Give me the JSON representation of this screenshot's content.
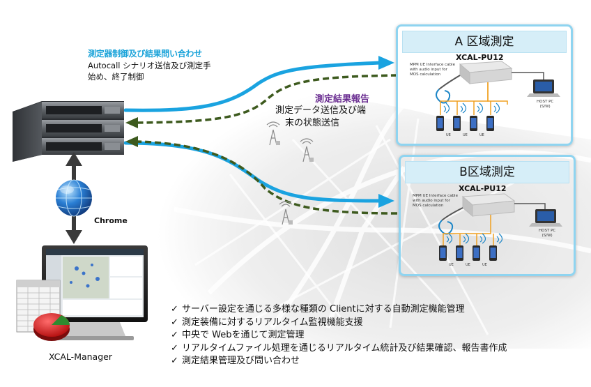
{
  "control": {
    "title": "測定器制御及び結果問い合わせ",
    "line1": "Autocall シナリオ送信及び測定手",
    "line2": "始め、終了制御"
  },
  "report": {
    "title": "測定結果報告",
    "line1": "測定データ送信及び端",
    "line2": "末の状態送信"
  },
  "zones": [
    {
      "title": "A 区域測定",
      "device": "XCAL-PU12",
      "cable_lines": [
        "MPM UE Interface cable",
        "with audio input for",
        "MOS calculation"
      ],
      "host_lines": [
        "HOST PC",
        "(S/W)"
      ],
      "ue_label": "UE"
    },
    {
      "title": "B区域測定",
      "device": "XCAL-PU12",
      "cable_lines": [
        "MPM UE Interface cable",
        "with audio input for",
        "MOS calculation"
      ],
      "host_lines": [
        "HOST PC",
        "(S/W)"
      ],
      "ue_label": "UE"
    }
  ],
  "chrome_label": "Chrome",
  "manager_label": "XCAL-Manager",
  "features": [
    "サーバー設定を通じる多様な種類の Clientに対する自動測定機能管理",
    "測定装備に対するリアルタイム監視機能支援",
    "中央で Webを通じて測定管理",
    "リアルタイムファイル処理を通じるリアルタイム統計及び結果確認、報告書作成",
    "測定結果管理及び問い合わせ"
  ],
  "check_mark": "✓",
  "colors": {
    "blue_arrow": "#1aa3e0",
    "green_arrow": "#3d5a1e",
    "panel_border": "#8fd4f0",
    "purple": "#6a2d91"
  }
}
